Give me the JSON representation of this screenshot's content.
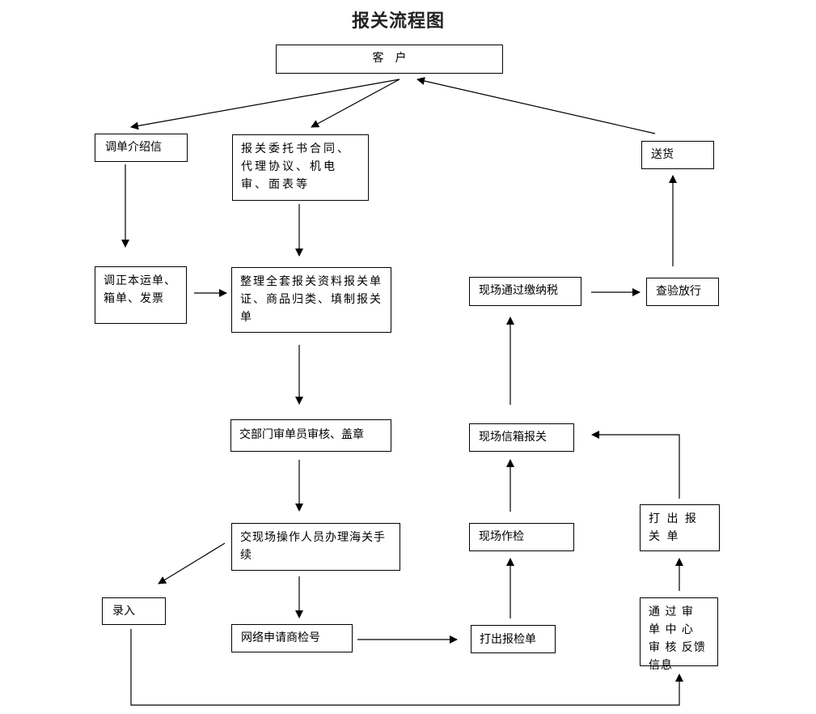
{
  "title": "报关流程图",
  "nodes": {
    "customer": "客　户",
    "transfer_letter": "调单介绍信",
    "entrust_docs": "报关委托书合同、代理协议、机电审、面表等",
    "correct_docs": "调正本运单、箱单、发票",
    "organize_docs": "整理全套报关资料报关单证、商品归类、填制报关单",
    "dept_review": "交部门审单员审核、盖章",
    "field_operation": "交现场操作人员办理海关手续",
    "entry": "录入",
    "online_apply": "网络申请商检号",
    "print_inspection": "打出报检单",
    "field_inspection": "现场作检",
    "field_box_declare": "现场信箱报关",
    "field_tax": "现场通过缴纳税",
    "inspect_release": "查验放行",
    "delivery": "送货",
    "print_declaration": "打 出 报 关 单",
    "review_feedback": "通 过 审 单 中 心 审 核 反馈信息"
  }
}
